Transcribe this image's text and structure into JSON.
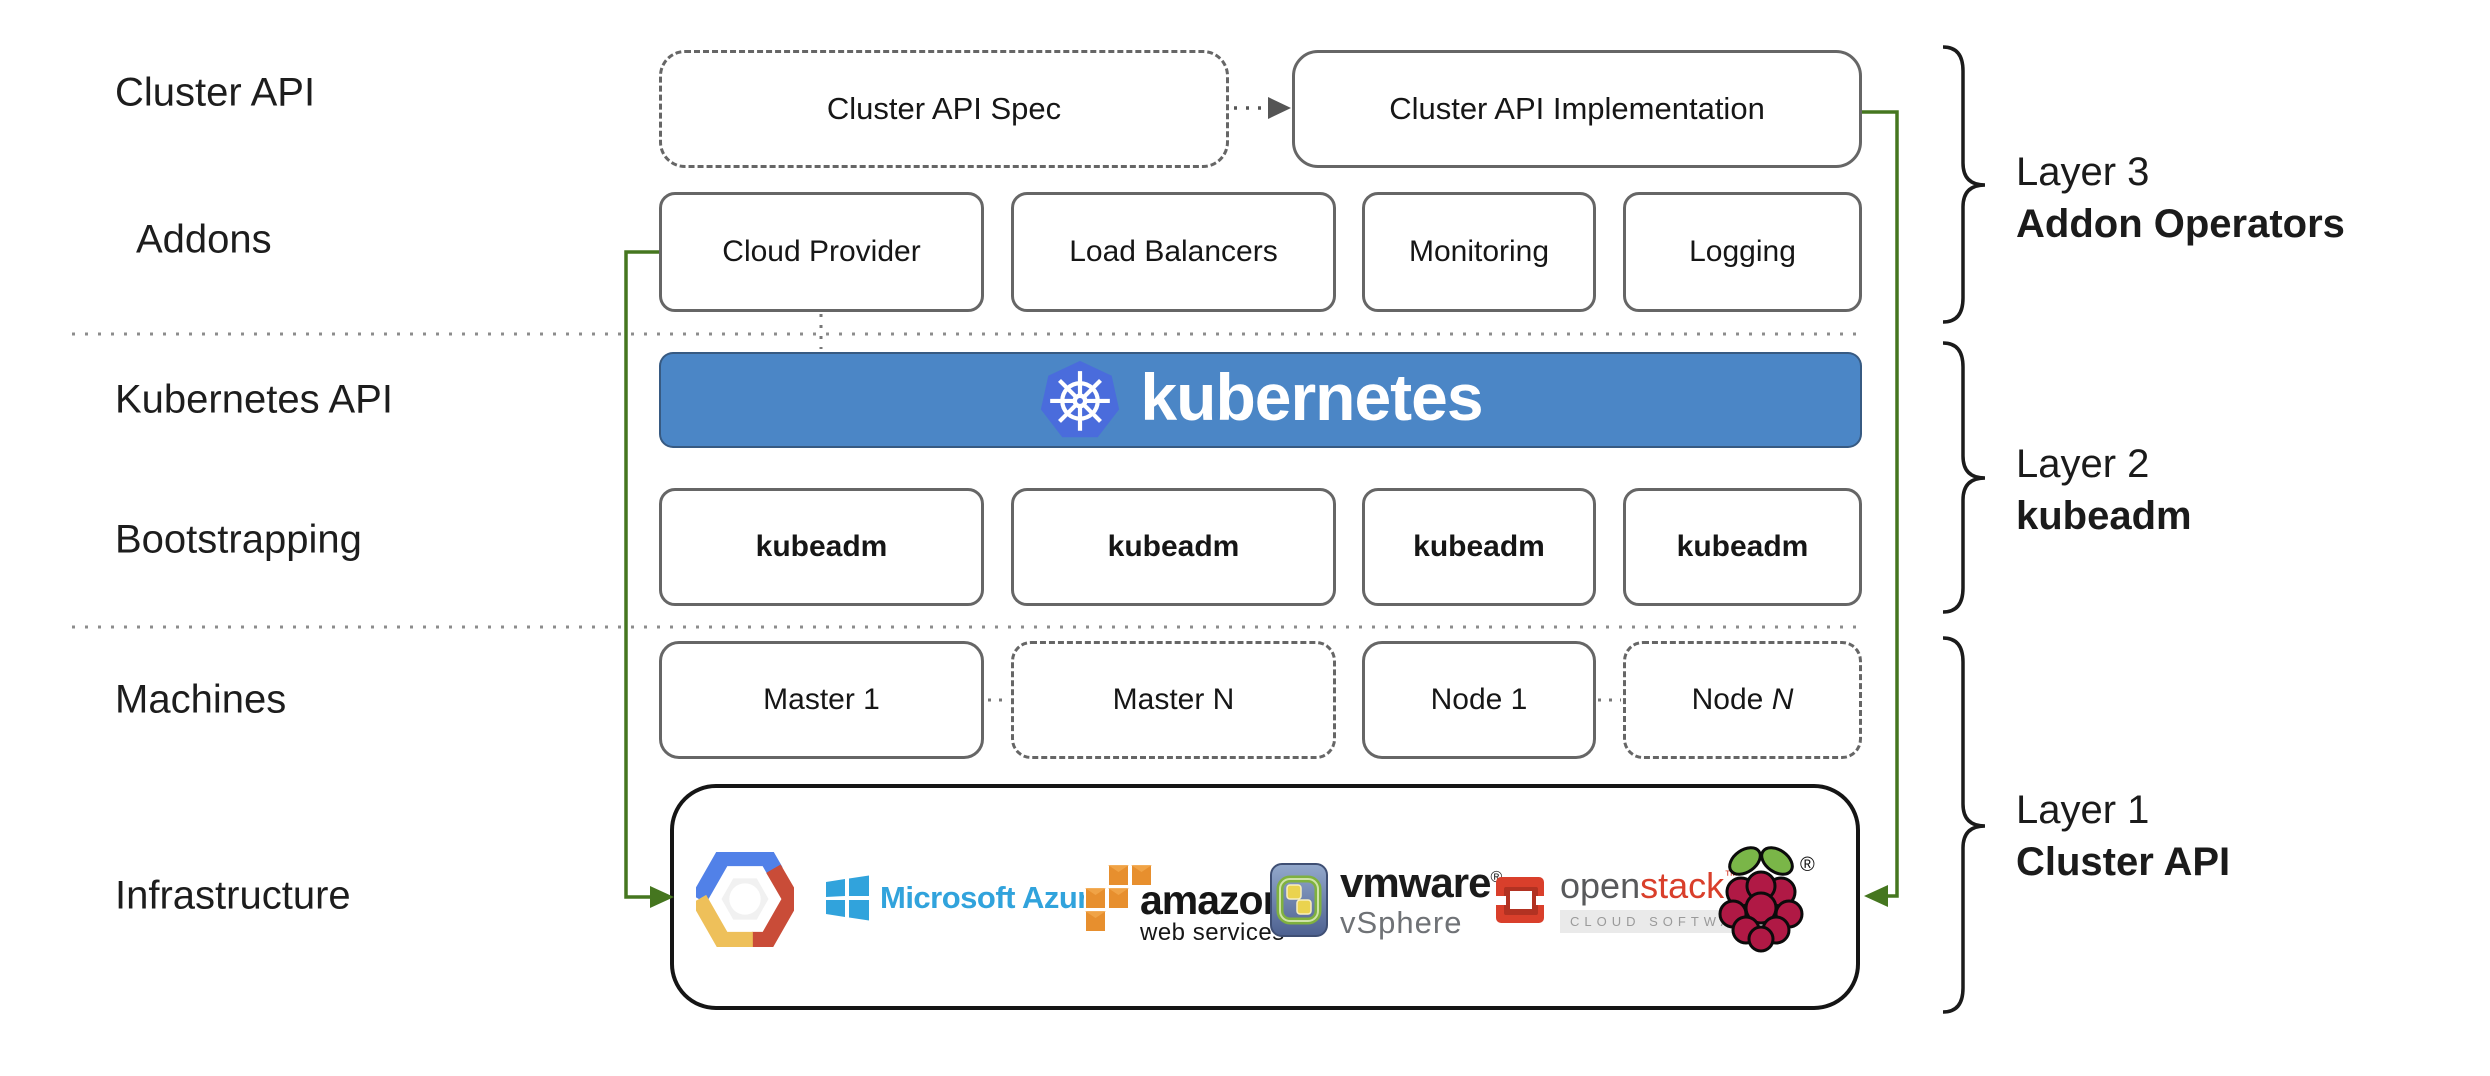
{
  "left_labels": {
    "cluster_api": "Cluster API",
    "addons": "Addons",
    "kubernetes_api": "Kubernetes API",
    "bootstrapping": "Bootstrapping",
    "machines": "Machines",
    "infrastructure": "Infrastructure"
  },
  "cluster_api_row": {
    "spec": "Cluster API Spec",
    "implementation": "Cluster API Implementation"
  },
  "addons_row": [
    "Cloud Provider",
    "Load Balancers",
    "Monitoring",
    "Logging"
  ],
  "kubernetes_banner": {
    "wordmark": "kubernetes"
  },
  "bootstrapping_row": [
    "kubeadm",
    "kubeadm",
    "kubeadm",
    "kubeadm"
  ],
  "machines_row": {
    "master_1": "Master 1",
    "master_n": "Master N",
    "node_1": "Node 1",
    "node_n_prefix": "Node ",
    "node_n_var": "N"
  },
  "infrastructure_logos": {
    "azure": {
      "label": "Microsoft Azure"
    },
    "aws": {
      "line1": "amazon",
      "line2": "web services"
    },
    "vmware": {
      "line1": "vmware",
      "reg": "®",
      "line2": "vSphere"
    },
    "openstack": {
      "part1": "open",
      "part2": "stack",
      "tm": "™",
      "subtitle": "CLOUD SOFTWARE"
    },
    "raspberry_pi": {
      "reg": "®"
    }
  },
  "layer_annotations": [
    {
      "line1": "Layer 3",
      "line2": "Addon Operators"
    },
    {
      "line1": "Layer 2",
      "line2": "kubeadm"
    },
    {
      "line1": "Layer 1",
      "line2": "Cluster API"
    }
  ],
  "colors": {
    "flow_green": "#45761f",
    "banner_blue": "#4b86c6",
    "k8s_logo_blue": "#4a6cdc",
    "box_border_gray": "#666666",
    "azure_blue": "#31a3dc",
    "aws_orange": "#e78f2e",
    "vmware_badge_blue": "#5f77a3",
    "vmware_glyph_green": "#7fb13f",
    "openstack_red": "#d93f2b",
    "gcp_blue": "#5181e8",
    "gcp_red": "#c94c38",
    "gcp_yellow": "#eec05a",
    "rpi_berry": "#b01945",
    "rpi_leaf": "#7ab648"
  }
}
